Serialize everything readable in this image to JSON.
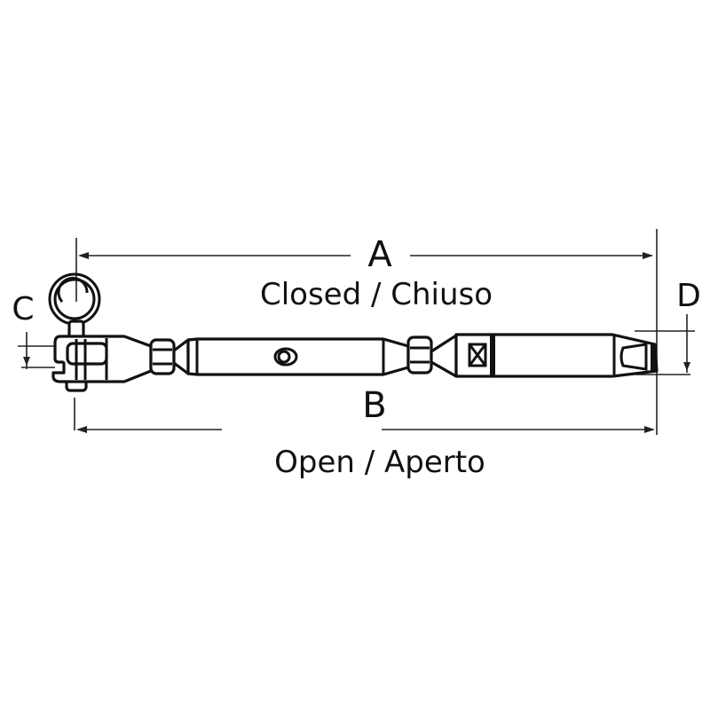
{
  "diagram": {
    "subject": "Turnbuckle with jaw/toggle end and swage terminal",
    "dimensions": {
      "A": {
        "letter": "A",
        "caption": "Closed / Chiuso"
      },
      "B": {
        "letter": "B",
        "caption": "Open / Aperto"
      },
      "C": {
        "letter": "C"
      },
      "D": {
        "letter": "D"
      }
    },
    "footer_text": "",
    "colors": {
      "line": "#111111",
      "background": "#ffffff"
    }
  }
}
